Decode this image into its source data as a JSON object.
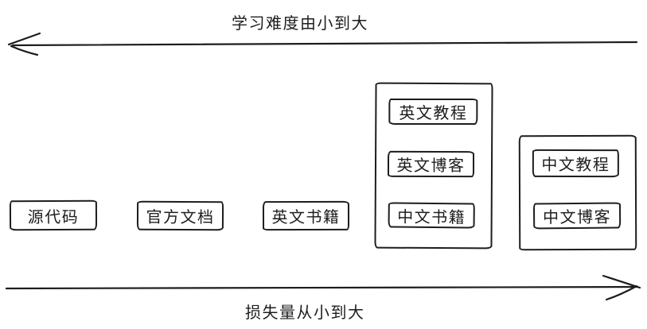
{
  "colors": {
    "ink": "#1d1d1d",
    "background": "#ffffff"
  },
  "axes": {
    "top": {
      "label": "学习难度由小到大",
      "direction": "left"
    },
    "bottom": {
      "label": "损失量从小到大",
      "direction": "right"
    }
  },
  "nodes": [
    {
      "label": "源代码"
    },
    {
      "label": "官方文档"
    },
    {
      "label": "英文书籍"
    }
  ],
  "groups": [
    {
      "items": [
        {
          "label": "英文教程"
        },
        {
          "label": "英文博客"
        },
        {
          "label": "中文书籍"
        }
      ]
    },
    {
      "items": [
        {
          "label": "中文教程"
        },
        {
          "label": "中文博客"
        }
      ]
    }
  ]
}
